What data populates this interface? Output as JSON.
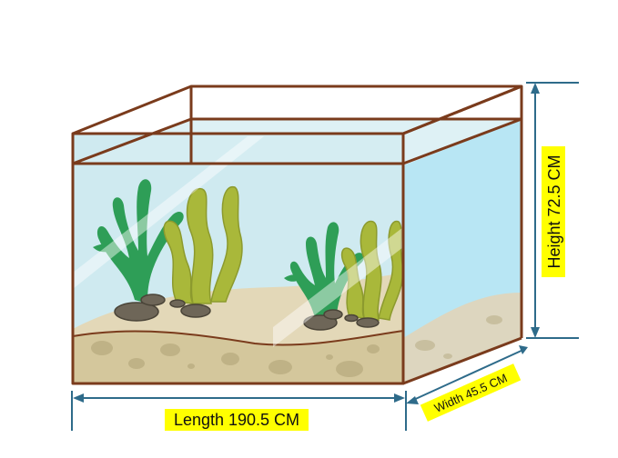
{
  "dimensions": {
    "length_label": "Length 190.5 CM",
    "width_label": "Width 45.5 CM",
    "height_label": "Height 72.5 CM"
  },
  "colors": {
    "frame": "#7a3b1c",
    "water": "#cfeaf0",
    "water_side": "#b8e6f4",
    "sand": "#d9cba6",
    "sand_front": "#cfc29a",
    "plant_green": "#2e9e57",
    "plant_olive": "#a9b83a",
    "dimension_line": "#2e6b8a",
    "label_highlight": "#ffff00"
  }
}
